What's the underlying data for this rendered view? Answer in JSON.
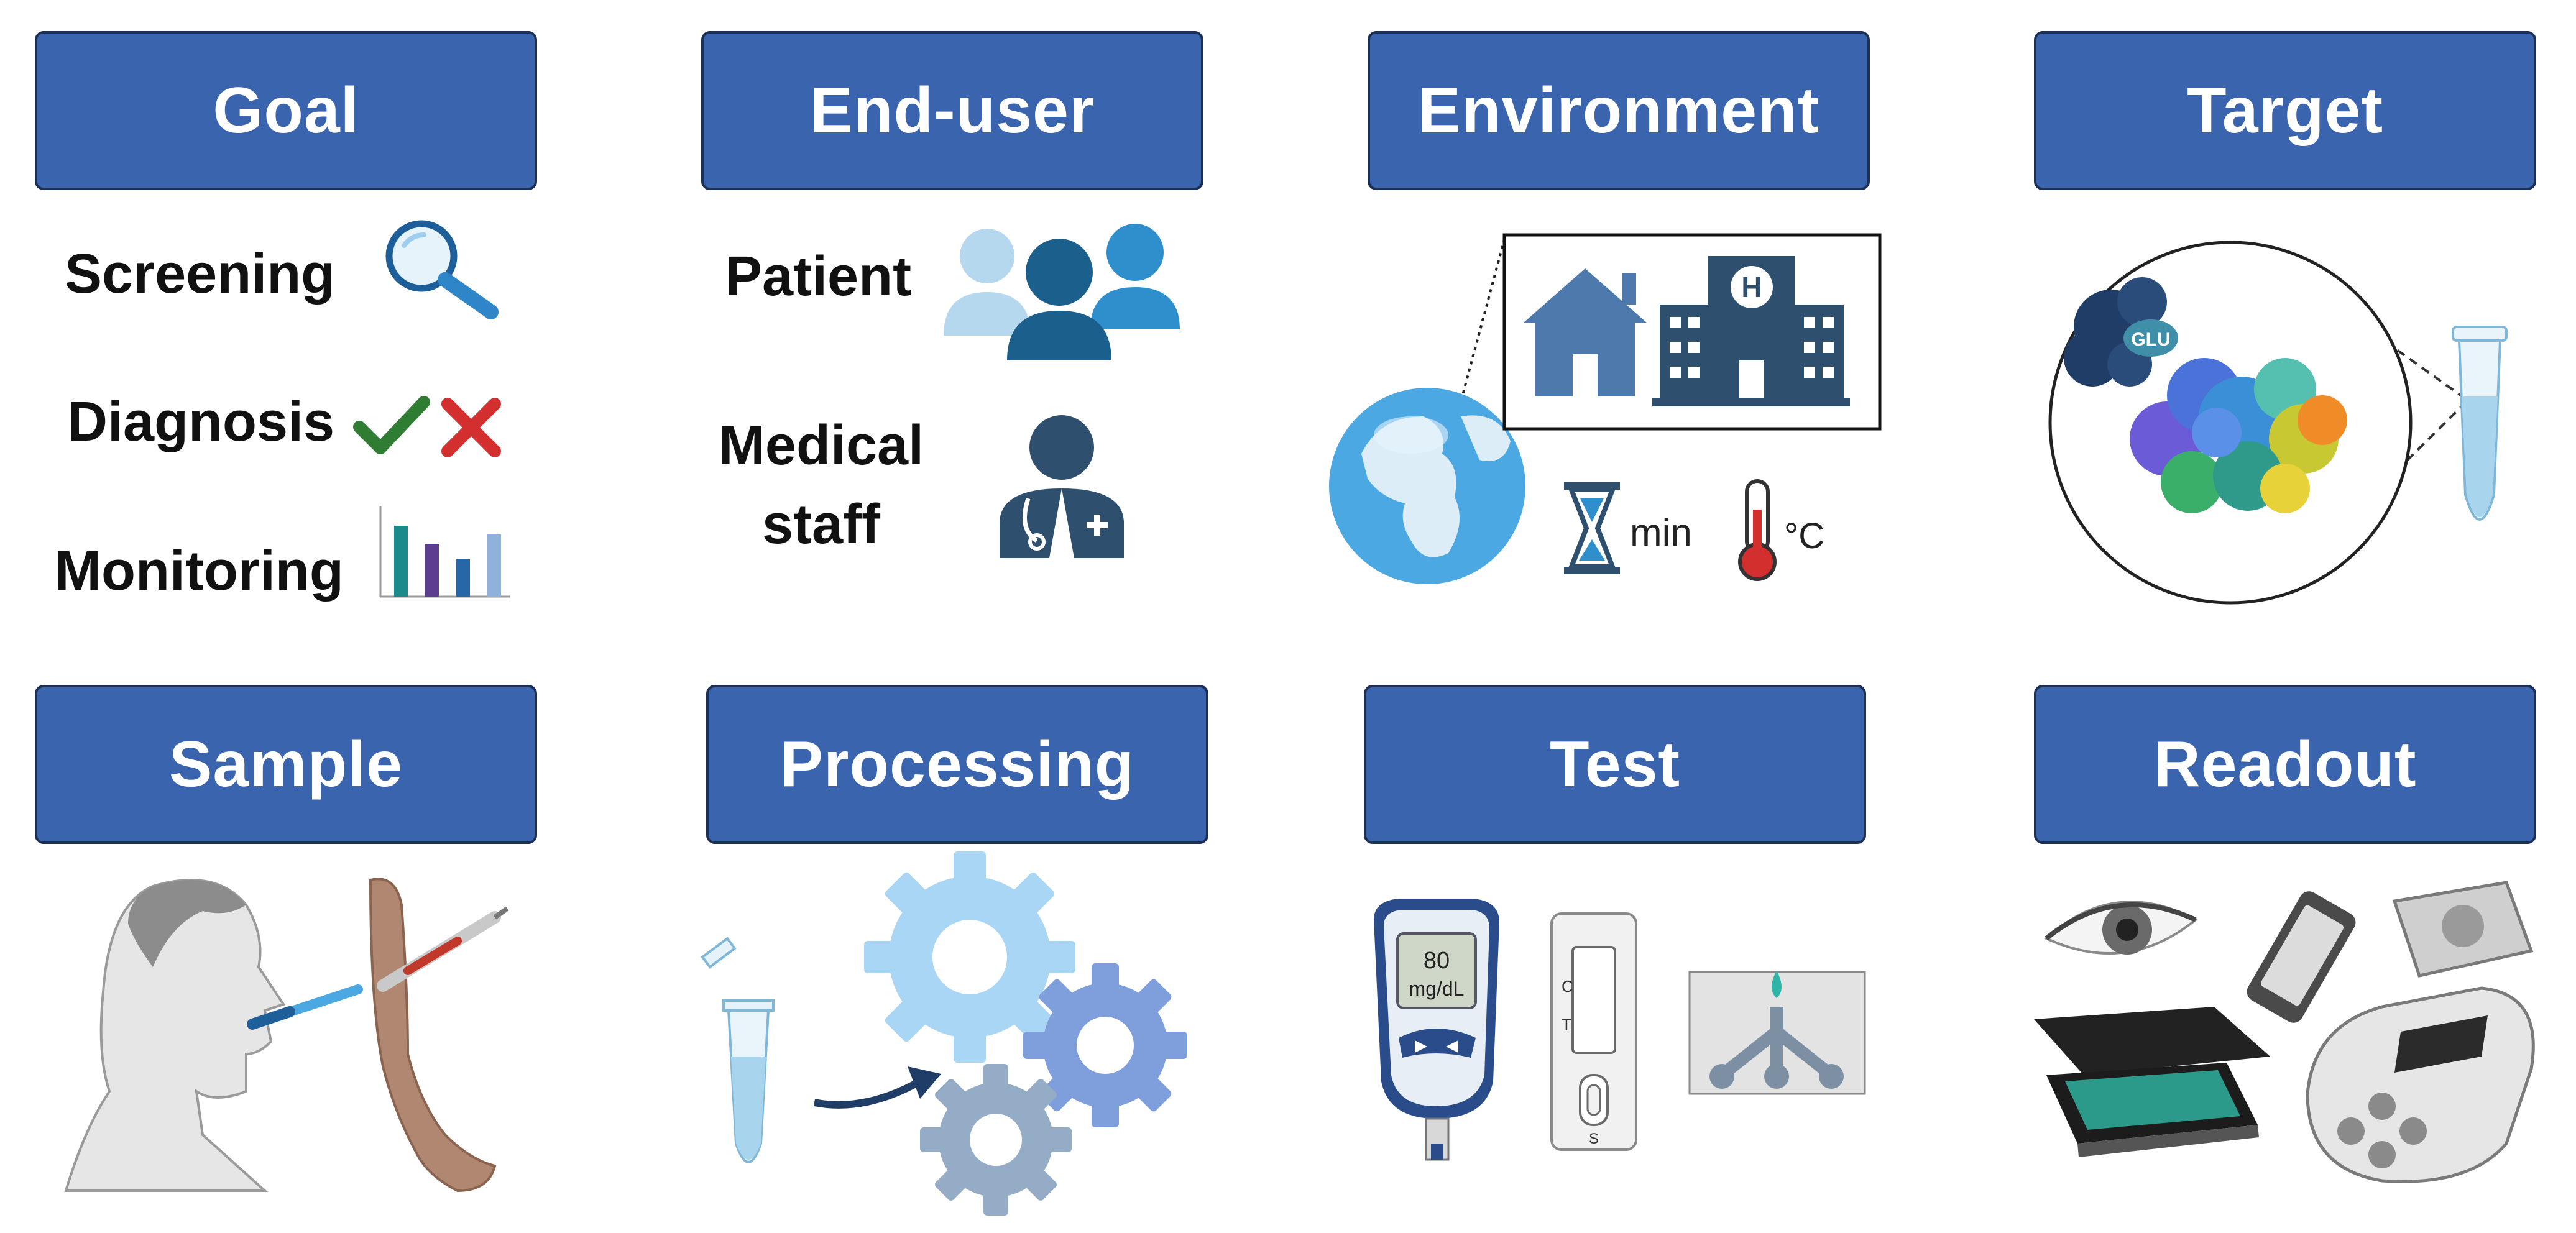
{
  "headers": {
    "goal": "Goal",
    "end_user": "End-user",
    "environment": "Environment",
    "target": "Target",
    "sample": "Sample",
    "processing": "Processing",
    "test": "Test",
    "readout": "Readout"
  },
  "goal": {
    "screening": "Screening",
    "diagnosis": "Diagnosis",
    "monitoring": "Monitoring"
  },
  "end_user": {
    "patient": "Patient",
    "medical_staff_line1": "Medical",
    "medical_staff_line2": "staff"
  },
  "environment": {
    "hospital_letter": "H",
    "time_unit": "min",
    "temp_unit": "°C"
  },
  "target": {
    "glucose_tag": "GLU"
  },
  "test": {
    "meter_value": "80",
    "meter_unit": "mg/dL",
    "strip_c": "C",
    "strip_t": "T",
    "strip_s": "S"
  },
  "colors": {
    "header_fill": "#3a64ad",
    "header_border": "#1c2f55",
    "icon_blue": "#1f5f99",
    "light_blue": "#9fcdef",
    "check_green": "#2e7d32",
    "cross_red": "#d32f2f"
  }
}
